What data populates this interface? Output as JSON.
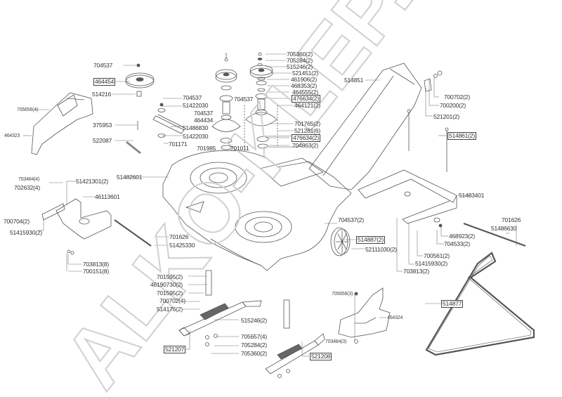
{
  "diagram": {
    "title": "Mower deck exploded parts diagram",
    "watermark": "ALKO-KLEP.PL",
    "labels": {
      "l704537_top": "704537",
      "l464454": "464454",
      "l514216": "514216",
      "l705656_4": "705656(4)",
      "l464323": "464323",
      "l375953": "375953",
      "l522087": "522087",
      "l704537_a": "704537",
      "l51422030_a": "51422030",
      "l704537_b": "704537",
      "l464434": "464434",
      "l51486830": "51486830",
      "l51422030_b": "51422030",
      "l701171": "701171",
      "l701985": "701985",
      "l701011": "701011",
      "l704537_c": "704537",
      "l705360_2": "705360(2)",
      "l705284_2": "705284(2)",
      "l515246_2": "515246(2)",
      "l521451_2": "521451(2)",
      "l461906_2": "461906(2)",
      "l468353_2": "468353(2)",
      "l464555_2": "464555(2)",
      "l476634_a": "476634(2)",
      "l464121_2": "464121(2)",
      "l701765_2": "701765(2)",
      "l521281_6": "521281(6)",
      "l476634_b": "476634(2)",
      "l704863_2": "704863(2)",
      "l514851": "514851",
      "l700702_2": "700702(2)",
      "l700200_2": "700200(2)",
      "l521201_2": "521201(2)",
      "l514861_2": "514861(2)",
      "l51482601": "51482601",
      "l703484_4": "703484(4)",
      "l702632_4": "702632(4)",
      "l51421301_2": "51421301(2)",
      "l46113601": "46113601",
      "l700704_2": "700704(2)",
      "l51415930_a": "51415930(2)",
      "l701626_a": "701626",
      "l51425330": "51425330",
      "l703813_8": "703813(8)",
      "l700151_8": "700151(8)",
      "l704537_2": "704537(2)",
      "l514887_2": "514887(2)",
      "l52111030_2": "52111030(2)",
      "l51483401": "51483401",
      "l701626_b": "701626",
      "l51486630": "51486630",
      "l468923_2": "468923(2)",
      "l704533_2": "704533(2)",
      "l700561_2": "700561(2)",
      "l51415930_b": "51415930(2)",
      "l703813_2": "703813(2)",
      "l701595_a": "701595(2)",
      "l46190730_2": "46190730(2)",
      "l701595_b": "701595(2)",
      "l700702_4": "700702(4)",
      "l514176_2": "514176(2)",
      "l515246_b": "515246(2)",
      "l705657_4": "705657(4)",
      "l705284_b": "705284(2)",
      "l705360_b": "705360(2)",
      "l521207": "521207",
      "l521208": "521208",
      "l705656_3": "705656(3)",
      "l464324": "464324",
      "l703484_3": "703484(3)",
      "l514877": "514877"
    },
    "colors": {
      "line": "#555555",
      "text": "#333333",
      "watermark": "#d0d0d0"
    }
  }
}
